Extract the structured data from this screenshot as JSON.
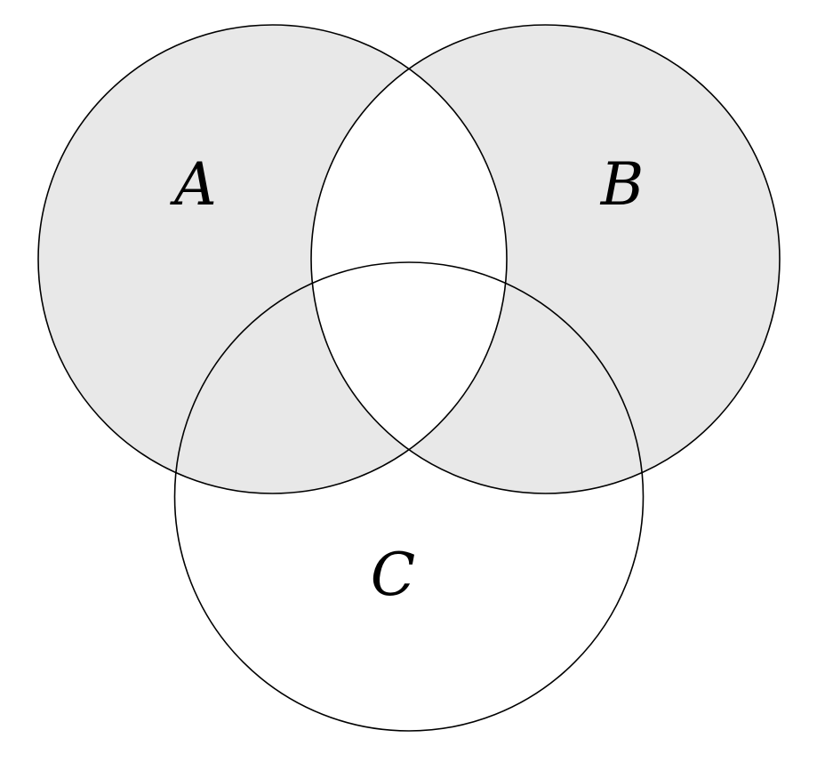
{
  "venn": {
    "type": "venn-diagram",
    "num_sets": 3,
    "sets": [
      {
        "label": "A",
        "position": "top-left"
      },
      {
        "label": "B",
        "position": "top-right"
      },
      {
        "label": "C",
        "position": "bottom-center"
      }
    ],
    "shaded_region": "A symmetric-difference B (regions in exactly one of A, B; intersection A∩B and C-only region are unshaded)",
    "colors": {
      "shade": "#e8e8e8",
      "stroke": "#000000",
      "background": "#ffffff"
    }
  }
}
